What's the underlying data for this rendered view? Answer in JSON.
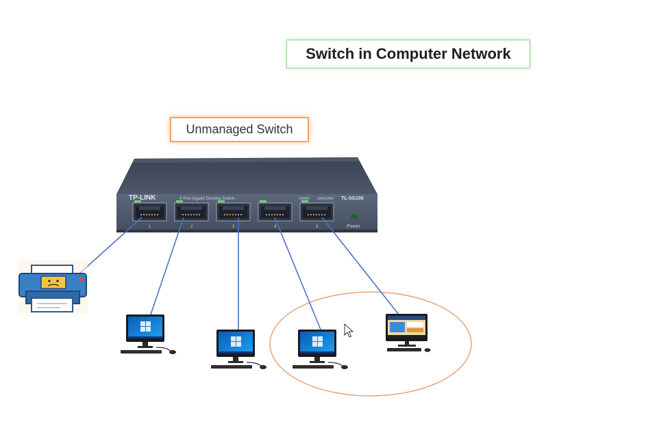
{
  "title": "Switch in Computer Network",
  "switch_label": "Unmanaged Switch",
  "device": {
    "brand": "TP-LINK",
    "description": "5-Port Gigabit Desktop Switch",
    "model": "TL-SG105",
    "speed_labels": [
      "1000M",
      "10M/100M"
    ],
    "port_numbers": [
      "1",
      "2",
      "3",
      "4",
      "5"
    ],
    "power_label": "Power"
  },
  "nodes": [
    {
      "name": "printer",
      "port": "1"
    },
    {
      "name": "computer",
      "port": "2"
    },
    {
      "name": "computer",
      "port": "3"
    },
    {
      "name": "computer",
      "port": "4"
    },
    {
      "name": "all-in-one computer",
      "port": "5"
    }
  ],
  "colors": {
    "cable": "#4a72c4",
    "switch_body": "#4a5669",
    "switch_top": "#3b4556",
    "title_border": "#8fd18f",
    "label_border": "#f2a65a",
    "highlight_ellipse": "#e8a27a",
    "printer_blue": "#3a7fc4",
    "screen_blue": "#1c8ee0"
  }
}
